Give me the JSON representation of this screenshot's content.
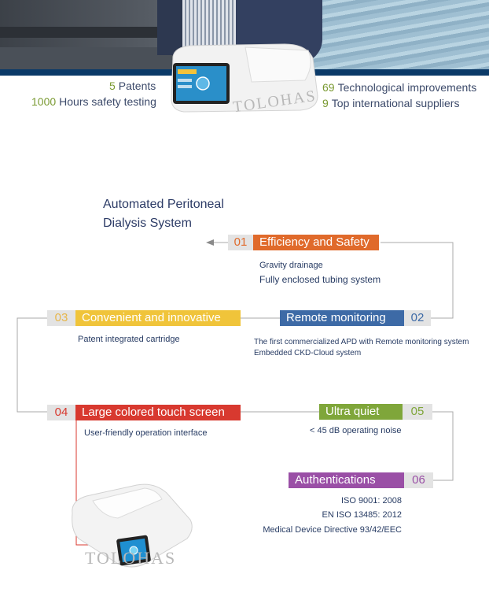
{
  "stats": {
    "left": [
      {
        "num": "5",
        "label": "Patents"
      },
      {
        "num": "1000",
        "label": "Hours safety testing"
      }
    ],
    "right": [
      {
        "num": "69",
        "label": "Technological improvements"
      },
      {
        "num": "9",
        "label": "Top international suppliers"
      }
    ]
  },
  "brand": "TOLOHAS",
  "title": {
    "line1": "Automated Peritoneal",
    "line2": "Dialysis System"
  },
  "features": [
    {
      "num": "01",
      "label": "Efficiency and Safety",
      "color": "#e06a2b",
      "desc": [
        "Gravity drainage",
        "Fully enclosed tubing system"
      ]
    },
    {
      "num": "02",
      "label": "Remote monitoring",
      "color": "#3d6aa6",
      "desc": [
        "The first commercialized APD with Remote monitoring system",
        "Embedded CKD-Cloud system"
      ]
    },
    {
      "num": "03",
      "label": "Convenient and innovative",
      "color": "#f0c43a",
      "desc": [
        "Patent integrated cartridge"
      ]
    },
    {
      "num": "04",
      "label": "Large colored touch screen",
      "color": "#d8392f",
      "desc": [
        "User-friendly operation interface"
      ]
    },
    {
      "num": "05",
      "label": "Ultra quiet",
      "color": "#7fa63a",
      "desc": [
        "< 45 dB operating noise"
      ]
    },
    {
      "num": "06",
      "label": "Authentications",
      "color": "#9a4fa6",
      "desc": [
        "ISO 9001: 2008",
        "EN ISO 13485: 2012",
        "Medical Device Directive 93/42/EEC"
      ]
    }
  ],
  "colors": {
    "num_gray": "#8a8a8a",
    "num_orange": "#e06a2b",
    "num_blue": "#3d6aa6",
    "num_yellow": "#e7b64a",
    "num_red": "#d8392f",
    "num_green": "#7fa63a",
    "num_purple": "#9a4fa6"
  }
}
